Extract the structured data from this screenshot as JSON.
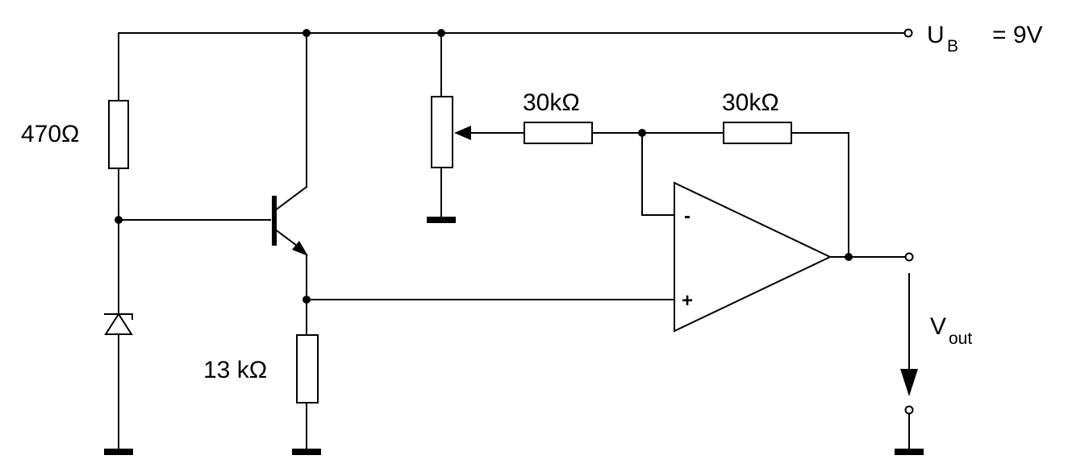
{
  "labels": {
    "r_base": "470Ω",
    "r_emitter": "13 kΩ",
    "r_input": "30kΩ",
    "r_feedback": "30kΩ",
    "supply_main": "U",
    "supply_sub": "B",
    "supply_value": "= 9V",
    "output_main": "V",
    "output_sub": "out",
    "opamp_minus": "-",
    "opamp_plus": "+"
  },
  "colors": {
    "wire": "#000000",
    "background": "#ffffff"
  }
}
